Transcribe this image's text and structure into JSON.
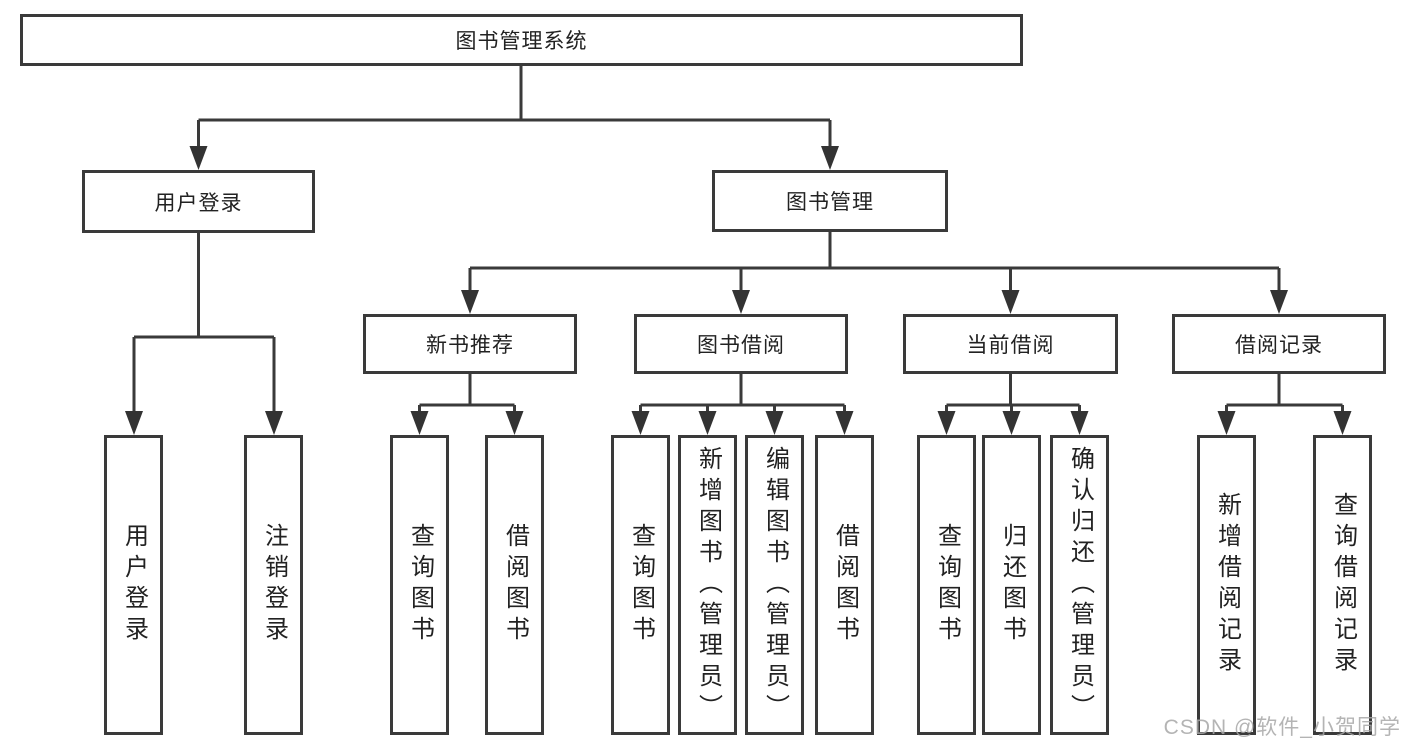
{
  "diagram_type": "hierarchy-tree",
  "colors": {
    "line": "#3a3a3a",
    "text": "#222222",
    "watermark": "#a8a8a8",
    "background": "#ffffff"
  },
  "watermark": "CSDN @软件_小贺同学",
  "tree": {
    "root": {
      "label": "图书管理系统",
      "children": [
        {
          "label": "用户登录",
          "children": [
            {
              "label": "用户登录"
            },
            {
              "label": "注销登录"
            }
          ]
        },
        {
          "label": "图书管理",
          "children": [
            {
              "label": "新书推荐",
              "children": [
                {
                  "label": "查询图书"
                },
                {
                  "label": "借阅图书"
                }
              ]
            },
            {
              "label": "图书借阅",
              "children": [
                {
                  "label": "查询图书"
                },
                {
                  "label": "新增图书（管理员）"
                },
                {
                  "label": "编辑图书（管理员）"
                },
                {
                  "label": "借阅图书"
                }
              ]
            },
            {
              "label": "当前借阅",
              "children": [
                {
                  "label": "查询图书"
                },
                {
                  "label": "归还图书"
                },
                {
                  "label": "确认归还（管理员）"
                }
              ]
            },
            {
              "label": "借阅记录",
              "children": [
                {
                  "label": "新增借阅记录"
                },
                {
                  "label": "查询借阅记录"
                }
              ]
            }
          ]
        }
      ]
    }
  }
}
